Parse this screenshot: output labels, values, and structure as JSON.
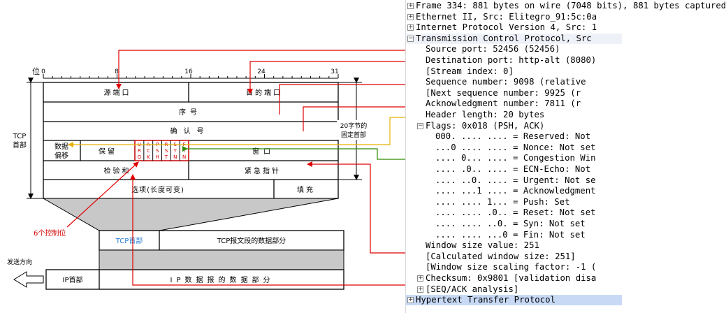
{
  "diagram": {
    "bit_ruler_prefix": "位",
    "bit_ticks": [
      "0",
      "8",
      "16",
      "24",
      "31"
    ],
    "fields": {
      "source_port": "源端口",
      "dest_port": "目的端口",
      "sequence": "序号",
      "ack": "确认号",
      "data_offset_1": "数据",
      "data_offset_2": "偏移",
      "reserved": "保留",
      "flags": [
        "URG",
        "ACK",
        "PSH",
        "RST",
        "SYN",
        "FIN"
      ],
      "window": "窗口",
      "checksum": "检验和",
      "urgent_pointer": "紧急指针",
      "options": "选项(长度可变)",
      "padding": "填充"
    },
    "tcp_header_1": "TCP",
    "tcp_header_2": "首部",
    "fixed_header_1": "20字节的",
    "fixed_header_2": "固定首部",
    "control_bits": "6个控制位",
    "segment_header": "TCP首部",
    "segment_data": "TCP报文段的数据部分",
    "send_direction": "发送方向",
    "ip_header": "IP首部",
    "ip_data": "IP数据报的数据部分"
  },
  "packet_tree": [
    {
      "toggle": "+",
      "indent": 0,
      "text": "Frame 334: 881 bytes on wire (7048 bits), 881 bytes captured",
      "style": ""
    },
    {
      "toggle": "+",
      "indent": 0,
      "text": "Ethernet II, Src: Elitegro_91:5c:0a",
      "style": ""
    },
    {
      "toggle": "+",
      "indent": 0,
      "text": "Internet Protocol Version 4, Src: 1",
      "style": ""
    },
    {
      "toggle": "-",
      "indent": 0,
      "text": "Transmission Control Protocol, Src",
      "style": "hl"
    },
    {
      "toggle": "",
      "indent": 1,
      "text": "Source port: 52456 (52456)",
      "style": ""
    },
    {
      "toggle": "",
      "indent": 1,
      "text": "Destination port: http-alt (8080)",
      "style": ""
    },
    {
      "toggle": "",
      "indent": 1,
      "text": "[Stream index: 0]",
      "style": ""
    },
    {
      "toggle": "",
      "indent": 1,
      "text": "Sequence number: 9098    (relative",
      "style": ""
    },
    {
      "toggle": "",
      "indent": 1,
      "text": "[Next sequence number: 9925    (r",
      "style": ""
    },
    {
      "toggle": "",
      "indent": 1,
      "text": "Acknowledgment number: 7811    (r",
      "style": ""
    },
    {
      "toggle": "",
      "indent": 1,
      "text": "Header length: 20 bytes",
      "style": ""
    },
    {
      "toggle": "-",
      "indent": 1,
      "text": "Flags: 0x018 (PSH, ACK)",
      "style": ""
    },
    {
      "toggle": "",
      "indent": 2,
      "text": "000. .... .... = Reserved: Not",
      "style": ""
    },
    {
      "toggle": "",
      "indent": 2,
      "text": "...0 .... .... = Nonce: Not set",
      "style": ""
    },
    {
      "toggle": "",
      "indent": 2,
      "text": ".... 0... .... = Congestion Win",
      "style": ""
    },
    {
      "toggle": "",
      "indent": 2,
      "text": ".... .0.. .... = ECN-Echo: Not",
      "style": ""
    },
    {
      "toggle": "",
      "indent": 2,
      "text": ".... ..0. .... = Urgent: Not se",
      "style": ""
    },
    {
      "toggle": "",
      "indent": 2,
      "text": ".... ...1 .... = Acknowledgment",
      "style": ""
    },
    {
      "toggle": "",
      "indent": 2,
      "text": ".... .... 1... = Push: Set",
      "style": ""
    },
    {
      "toggle": "",
      "indent": 2,
      "text": ".... .... .0.. = Reset: Not set",
      "style": ""
    },
    {
      "toggle": "",
      "indent": 2,
      "text": ".... .... ..0. = Syn: Not set",
      "style": ""
    },
    {
      "toggle": "",
      "indent": 2,
      "text": ".... .... ...0 = Fin: Not set",
      "style": ""
    },
    {
      "toggle": "",
      "indent": 1,
      "text": "Window size value: 251",
      "style": ""
    },
    {
      "toggle": "",
      "indent": 1,
      "text": "[Calculated window size: 251]",
      "style": ""
    },
    {
      "toggle": "",
      "indent": 1,
      "text": "[Window size scaling factor: -1 (",
      "style": ""
    },
    {
      "toggle": "+",
      "indent": 1,
      "text": "Checksum: 0x9801 [validation disa",
      "style": ""
    },
    {
      "toggle": "+",
      "indent": 1,
      "text": "[SEQ/ACK analysis]",
      "style": ""
    },
    {
      "toggle": "+",
      "indent": 0,
      "text": "Hypertext Transfer Protocol",
      "style": "sel"
    }
  ],
  "colors": {
    "arrow_red": "#e00000",
    "arrow_yellow": "#e8b000",
    "arrow_green": "#2e8b00",
    "label_red": "#d40000",
    "label_blue": "#2a7fd4",
    "trapezoid": "#c8c8c8"
  }
}
